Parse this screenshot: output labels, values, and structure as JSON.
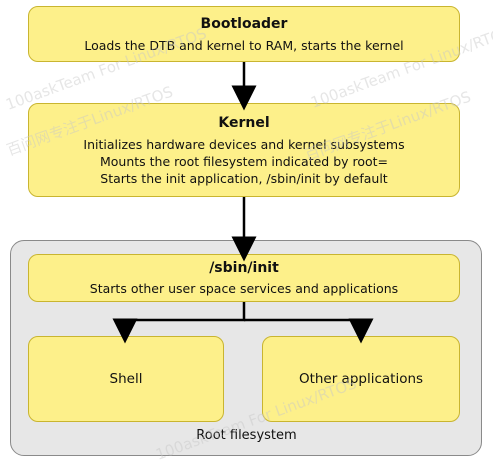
{
  "bootloader": {
    "title": "Bootloader",
    "lines": [
      "Loads the DTB and kernel to RAM, starts the kernel"
    ]
  },
  "kernel": {
    "title": "Kernel",
    "lines": [
      "Initializes hardware devices and kernel subsystems",
      "Mounts the root filesystem indicated by root=",
      "Starts the init application, /sbin/init by default"
    ]
  },
  "init": {
    "title": "/sbin/init",
    "lines": [
      "Starts other user space services and applications"
    ]
  },
  "shell": {
    "label": "Shell"
  },
  "other_apps": {
    "label": "Other applications"
  },
  "rootfs": {
    "label": "Root filesystem"
  },
  "watermark": {
    "text": "100askTeam For Linux/RTOS",
    "text_cn": "百问网专注于Linux/RTOS"
  },
  "colors": {
    "box_fill": "#fdf08a",
    "box_border": "#c9b530",
    "rootfs_fill": "#e7e7e7",
    "rootfs_border": "#8a8a8a",
    "arrow": "#000000"
  }
}
